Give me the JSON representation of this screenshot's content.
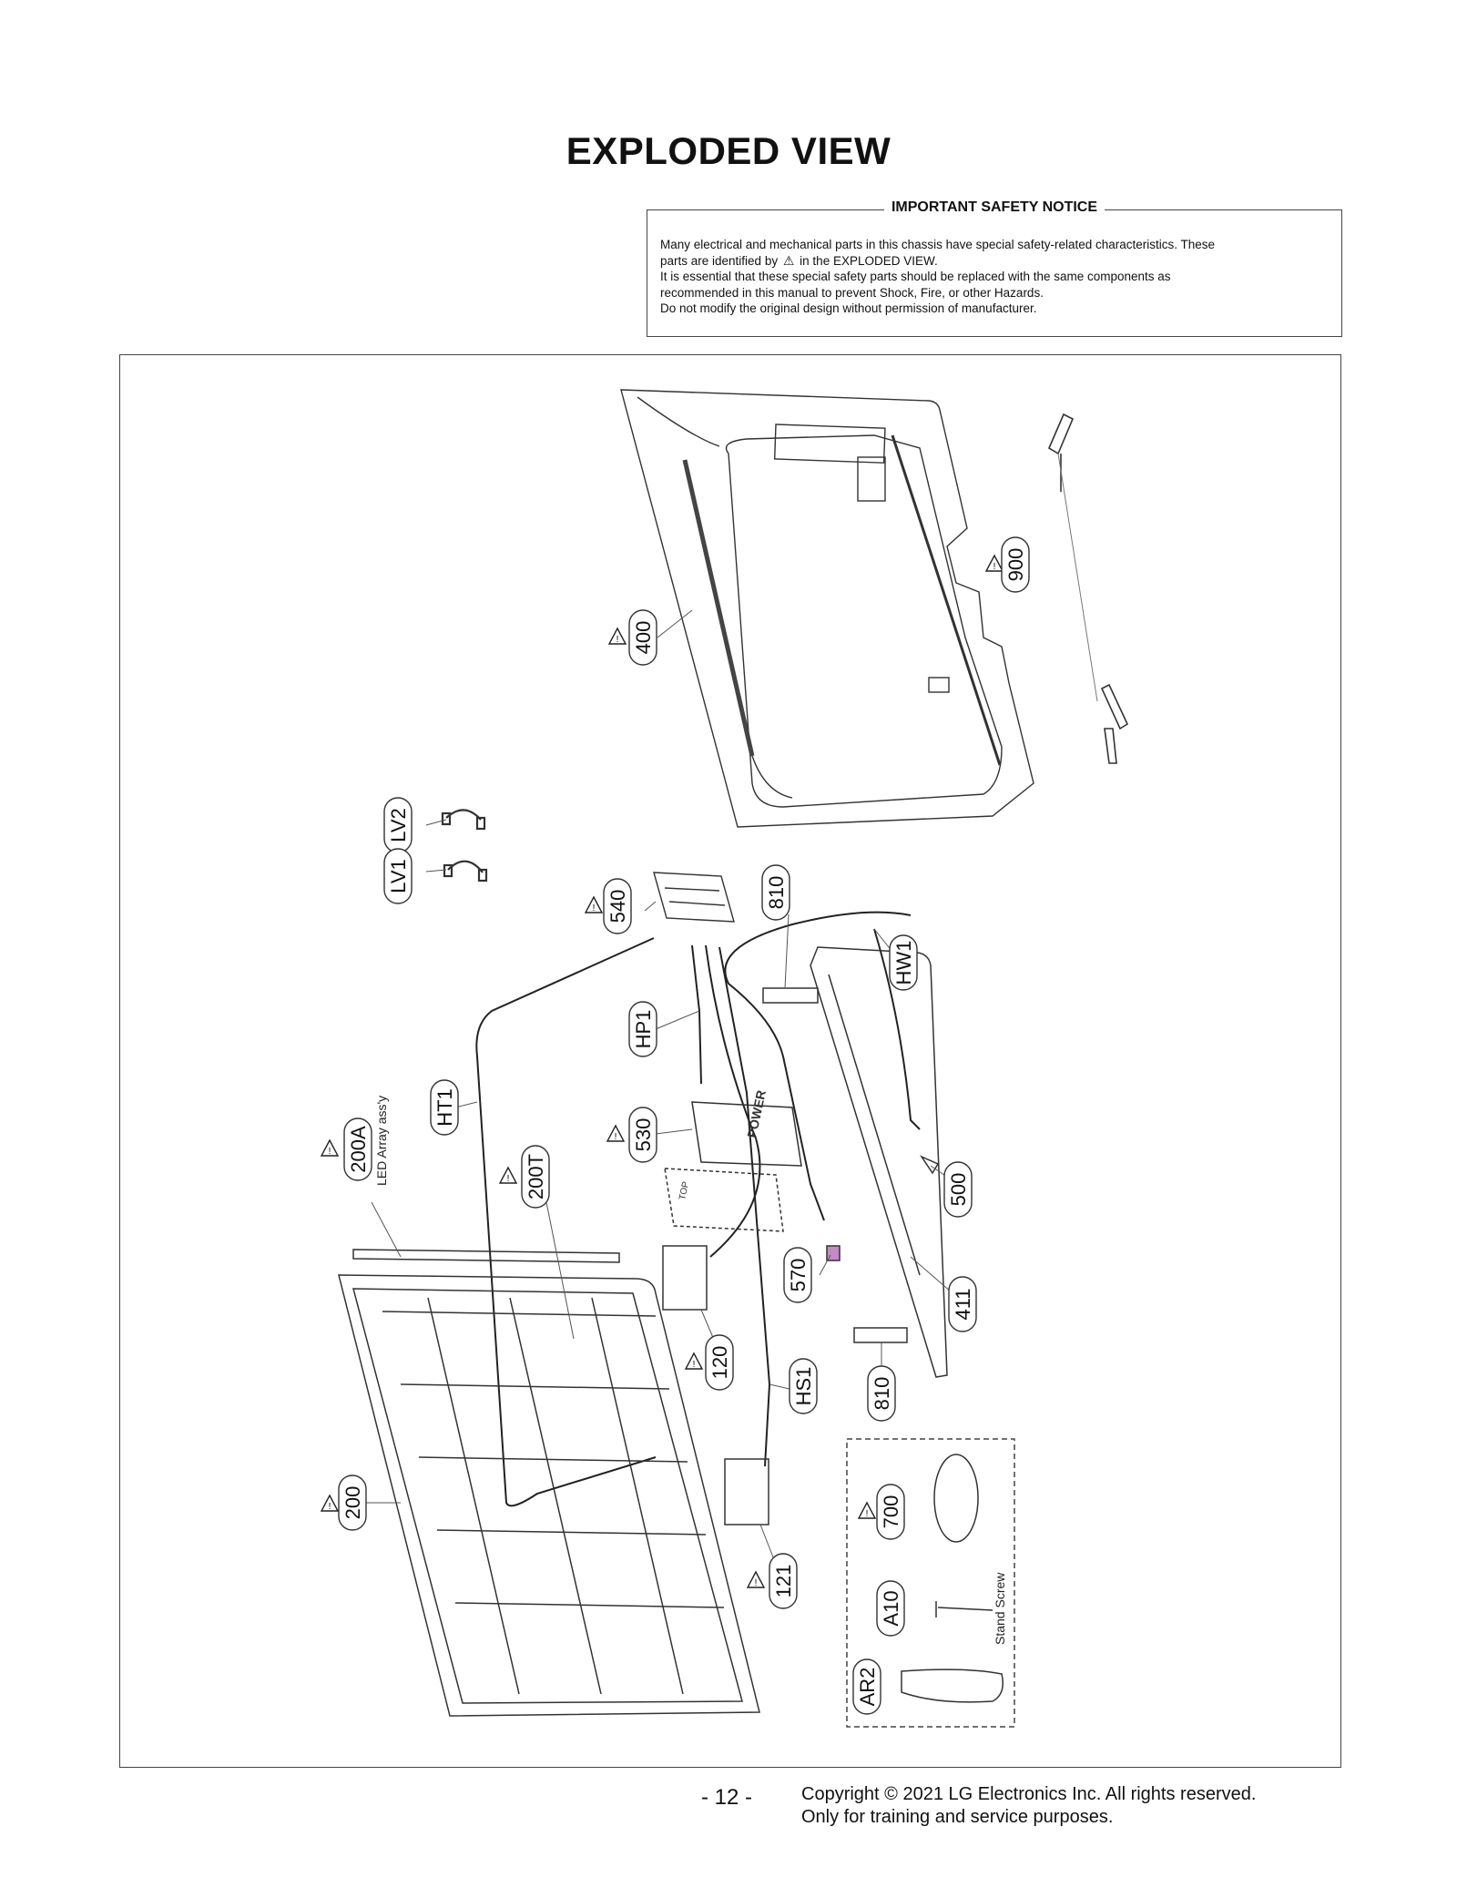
{
  "page": {
    "title": "EXPLODED VIEW",
    "page_number": "- 12 -",
    "copyright_line1": "Copyright © 2021 LG Electronics Inc. All rights reserved.",
    "copyright_line2": "Only for training and service purposes."
  },
  "notice": {
    "heading": "IMPORTANT SAFETY NOTICE",
    "line1": "Many electrical and mechanical parts in this chassis have special safety-related characteristics. These",
    "line2a": "parts are identified by",
    "line2b": "in the EXPLODED VIEW.",
    "line3": "It is essential that these special safety parts should be replaced with the same components as",
    "line4": "recommended in this manual to prevent Shock, Fire, or other Hazards.",
    "line5": "Do not modify the original design without permission of manufacturer.",
    "warning_icon": "warning-triangle-icon"
  },
  "parts": {
    "p400": "400",
    "p900": "900",
    "lv2": "LV2",
    "lv1": "LV1",
    "p540": "540",
    "p810a": "810",
    "hw1": "HW1",
    "hp1": "HP1",
    "ht1": "HT1",
    "p530": "530",
    "p200a": "200A",
    "p200t": "200T",
    "p500": "500",
    "p570": "570",
    "p411": "411",
    "p120": "120",
    "p810b": "810",
    "hs1": "HS1",
    "p200": "200",
    "p121": "121",
    "p700": "700",
    "a10": "A10",
    "ar2": "AR2"
  },
  "annotations": {
    "led_array": "LED Array ass'y",
    "stand_screw": "Stand Screw",
    "power_label": "POWER",
    "top_label": "TOP"
  }
}
